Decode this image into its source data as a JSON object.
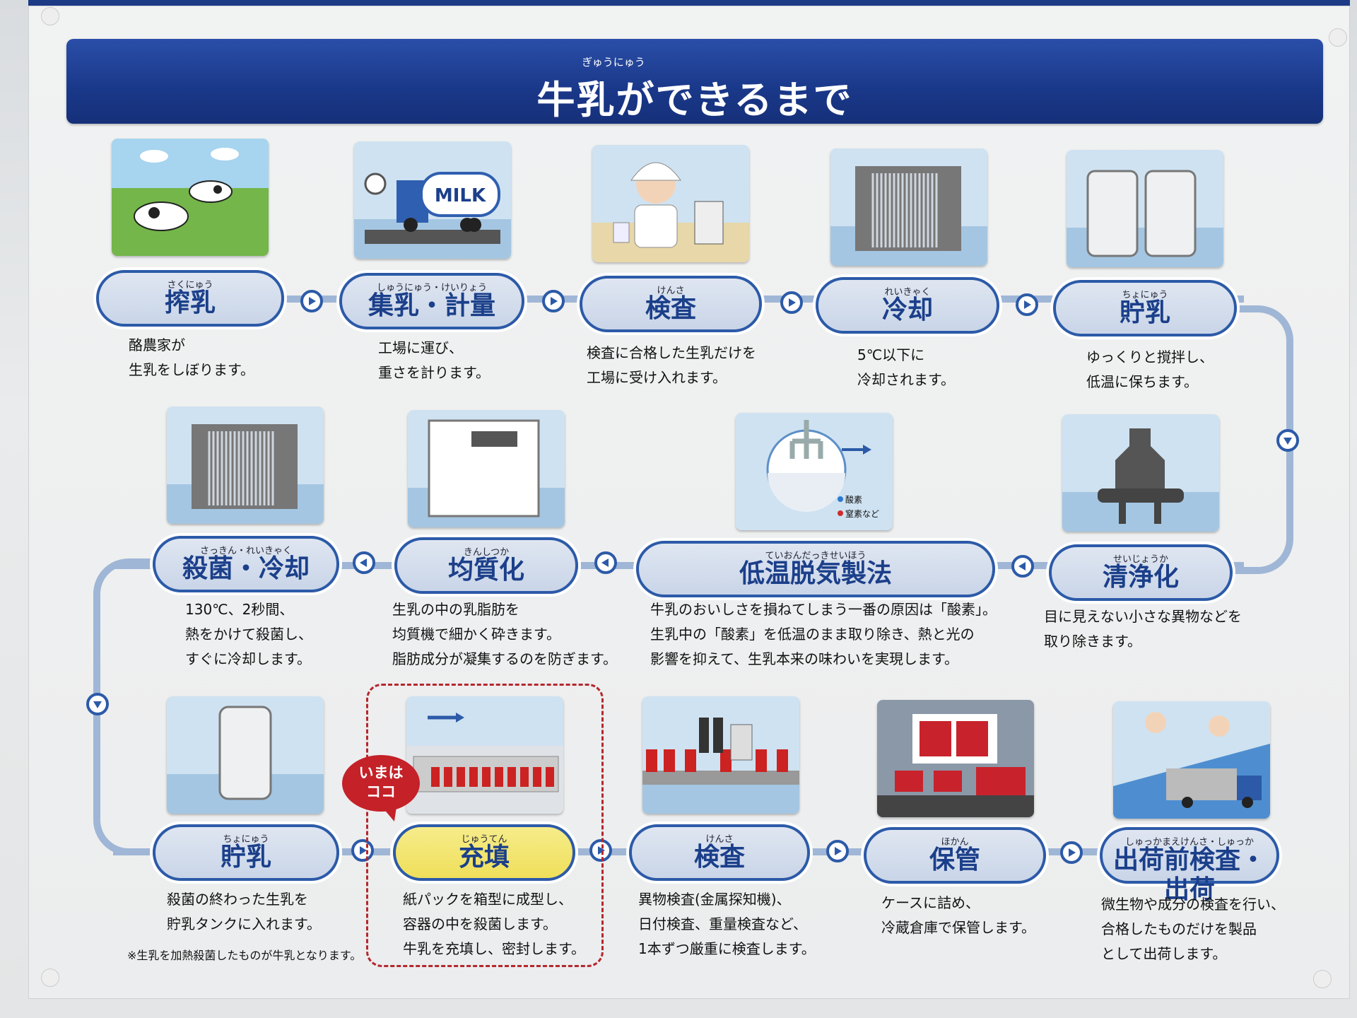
{
  "banner": {
    "ruby": "ぎゅうにゅう",
    "title": "牛乳ができるまで"
  },
  "steps": [
    {
      "ruby": "さくにゅう",
      "title": "搾乳",
      "lines": [
        "酪農家が",
        "生乳をしぼります。"
      ]
    },
    {
      "ruby": "しゅうにゅう・けいりょう",
      "title": "集乳・計量",
      "lines": [
        "工場に運び、",
        "重さを計ります。"
      ]
    },
    {
      "ruby": "けんさ",
      "title": "検査",
      "lines": [
        "検査に合格した生乳だけを",
        "工場に受け入れます。"
      ]
    },
    {
      "ruby": "れいきゃく",
      "title": "冷却",
      "lines": [
        "5℃以下に",
        "冷却されます。"
      ]
    },
    {
      "ruby": "ちょにゅう",
      "title": "貯乳",
      "lines": [
        "ゆっくりと撹拌し、",
        "低温に保ちます。"
      ]
    },
    {
      "ruby": "せいじょうか",
      "title": "清浄化",
      "lines": [
        "目に見えない小さな異物などを",
        "取り除きます。"
      ]
    },
    {
      "ruby": "ていおんだっきせいほう",
      "title": "低温脱気製法",
      "lines": [
        "牛乳のおいしさを損ねてしまう一番の原因は「酸素」。",
        "生乳中の「酸素」を低温のまま取り除き、熱と光の",
        "影響を抑えて、生乳本来の味わいを実現します。"
      ]
    },
    {
      "ruby": "きんしつか",
      "title": "均質化",
      "lines": [
        "生乳の中の乳脂肪を",
        "均質機で細かく砕きます。",
        "脂肪成分が凝集するのを防ぎます。"
      ]
    },
    {
      "ruby": "さっきん・れいきゃく",
      "title": "殺菌・冷却",
      "lines": [
        "130℃、2秒間、",
        "熱をかけて殺菌し、",
        "すぐに冷却します。"
      ]
    },
    {
      "ruby": "ちょにゅう",
      "title": "貯乳",
      "lines": [
        "殺菌の終わった生乳を",
        "貯乳タンクに入れます。"
      ]
    },
    {
      "ruby": "じゅうてん",
      "title": "充填",
      "lines": [
        "紙パックを箱型に成型し、",
        "容器の中を殺菌します。",
        "牛乳を充填し、密封します。"
      ]
    },
    {
      "ruby": "けんさ",
      "title": "検査",
      "lines": [
        "異物検査(金属探知機)、",
        "日付検査、重量検査など、",
        "1本ずつ厳重に検査します。"
      ]
    },
    {
      "ruby": "ほかん",
      "title": "保管",
      "lines": [
        "ケースに詰め、",
        "冷蔵倉庫で保管します。"
      ]
    },
    {
      "ruby": "しゅっかまえけんさ・しゅっか",
      "title": "出荷前検査・出荷",
      "lines": [
        "微生物や成分の検査を行い、",
        "合格したものだけを製品",
        "として出荷します。"
      ]
    }
  ],
  "truck_label": "MILK",
  "deaeration_legend": {
    "oxygen": "酸素",
    "nitrogen": "窒素など"
  },
  "current_marker": [
    "いまは",
    "ココ"
  ],
  "footnote": "※生乳を加熱殺菌したものが牛乳となります。",
  "colors": {
    "banner": "#1a3889",
    "pill_border": "#2c5aa8",
    "highlight": "#efdf5a",
    "marker": "#c42128"
  }
}
